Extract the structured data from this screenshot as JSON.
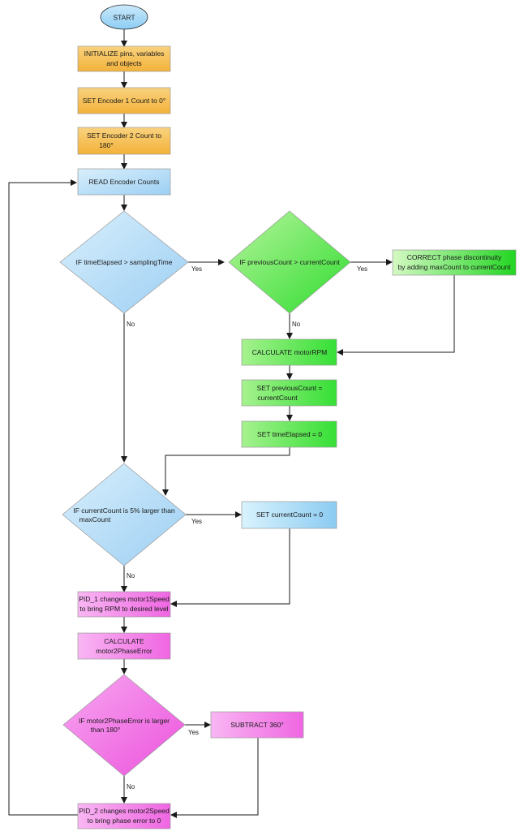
{
  "colors": {
    "start": "#9fd4f5",
    "init": "#f6c056",
    "read": "#b5dcf7",
    "decision_blue": "#b5dcf7",
    "green": "#3fe23f",
    "green_light": "#a2f08a",
    "magenta": "#f276e6",
    "set_count": "#b9e1f8",
    "edge": "#1a1a1a"
  },
  "nodes": {
    "start": "START",
    "init": [
      "INITIALIZE pins, variables",
      "and objects"
    ],
    "set_enc1": "SET Encoder 1 Count to 0°",
    "set_enc2": [
      "SET Encoder 2 Count to",
      "180°"
    ],
    "read": "READ Encoder Counts",
    "dec_time": "IF timeElapsed > samplingTime",
    "dec_prev": "IF previousCount > currentCount",
    "correct": [
      "CORRECT phase discontinuity",
      "by adding maxCount to currentCount"
    ],
    "calc_rpm": "CALCULATE motorRPM",
    "set_prev": [
      "SET previousCount =",
      "currentCount"
    ],
    "set_time": "SET timeElapsed = 0",
    "dec_count": [
      "IF currentCount is 5% larger than",
      "maxCount"
    ],
    "set_count": "SET currentCount = 0",
    "pid1": [
      "PID_1 changes motor1Speed",
      "to bring RPM to desired level"
    ],
    "calc_phase": [
      "CALCULATE",
      "motor2PhaseError"
    ],
    "dec_phase": [
      "IF motor2PhaseError is larger",
      "than 180°"
    ],
    "subtract": "SUBTRACT 360°",
    "pid2": [
      "PID_2 changes motor2Speed",
      "to bring phase error to 0"
    ]
  },
  "edge_labels": {
    "yes": "Yes",
    "no": "No"
  }
}
